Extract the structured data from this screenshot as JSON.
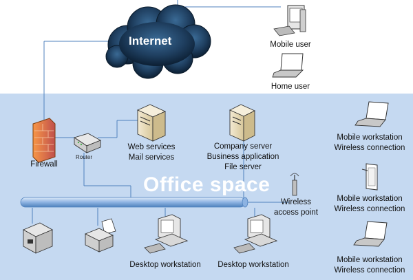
{
  "diagram": {
    "internet_label": "Internet",
    "office_label": "Office space",
    "nodes": {
      "mobile_user": "Mobile user",
      "home_user": "Home user",
      "firewall": "Firewall",
      "router": "Router",
      "web_services": [
        "Web services",
        "Mail services"
      ],
      "company_server": [
        "Company server",
        "Business application",
        "File server"
      ],
      "mobile_workstation_1": [
        "Mobile workstation",
        "Wireless connection"
      ],
      "mobile_workstation_2": [
        "Mobile workstation",
        "Wireless connection"
      ],
      "mobile_workstation_3": [
        "Mobile workstation",
        "Wireless connection"
      ],
      "wireless_ap": [
        "Wireless",
        "access point"
      ],
      "desktop_1": "Desktop workstation",
      "desktop_2": "Desktop workstation"
    },
    "colors": {
      "office_background": "#c5d9f1",
      "cloud": "#1c3a5a",
      "network_line": "#4f81bd",
      "backbone": "#8db3e2",
      "firewall": "#e36c09"
    }
  }
}
